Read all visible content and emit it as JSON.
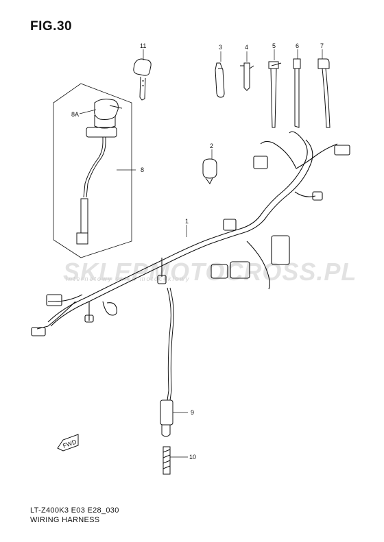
{
  "figure_label": "FIG.30",
  "model_code": "LT-Z400K3 E03 E28_030",
  "caption": "WIRING HARNESS",
  "watermark": {
    "main": "SKLEPMOTOCROSS.PL",
    "sub": "internetowy sklep motocyklowy"
  },
  "arrow_badge": "FWD",
  "callouts": {
    "p1": "1",
    "p2": "2",
    "p3": "3",
    "p4": "4",
    "p5": "5",
    "p6": "6",
    "p7": "7",
    "p8": "8",
    "p8a": "8A",
    "p9": "9",
    "p10": "10",
    "p11": "11"
  }
}
